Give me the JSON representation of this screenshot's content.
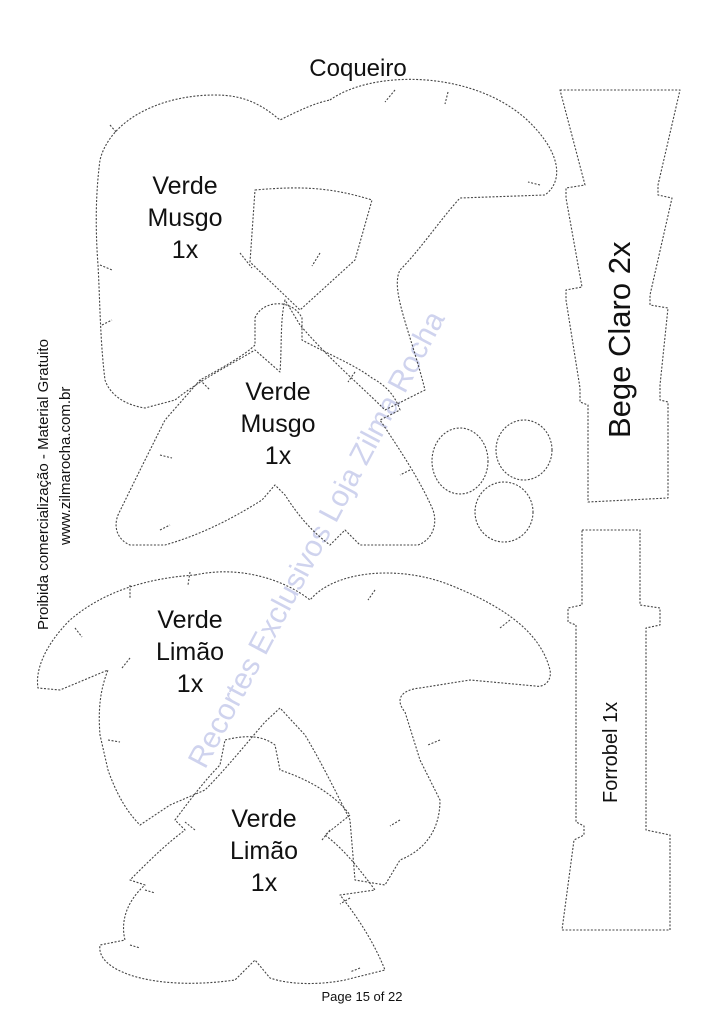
{
  "title": "Coqueiro",
  "side_text": {
    "line1": "Proibida comercialização - Material Gratuito",
    "line2": "www.zilmarocha.com.br"
  },
  "watermark": "Recortes Exclusivos Loja Zilma Rocha",
  "pieces": [
    {
      "lines": [
        "Verde",
        "Musgo",
        "1x"
      ]
    },
    {
      "lines": [
        "Verde",
        "Musgo",
        "1x"
      ]
    },
    {
      "lines": [
        "Verde",
        "Limão",
        "1x"
      ]
    },
    {
      "lines": [
        "Verde",
        "Limão",
        "1x"
      ]
    },
    {
      "label": "Bege Claro 2x"
    },
    {
      "label": "Forrobel 1x"
    }
  ],
  "footer": "Page 15 of 22"
}
